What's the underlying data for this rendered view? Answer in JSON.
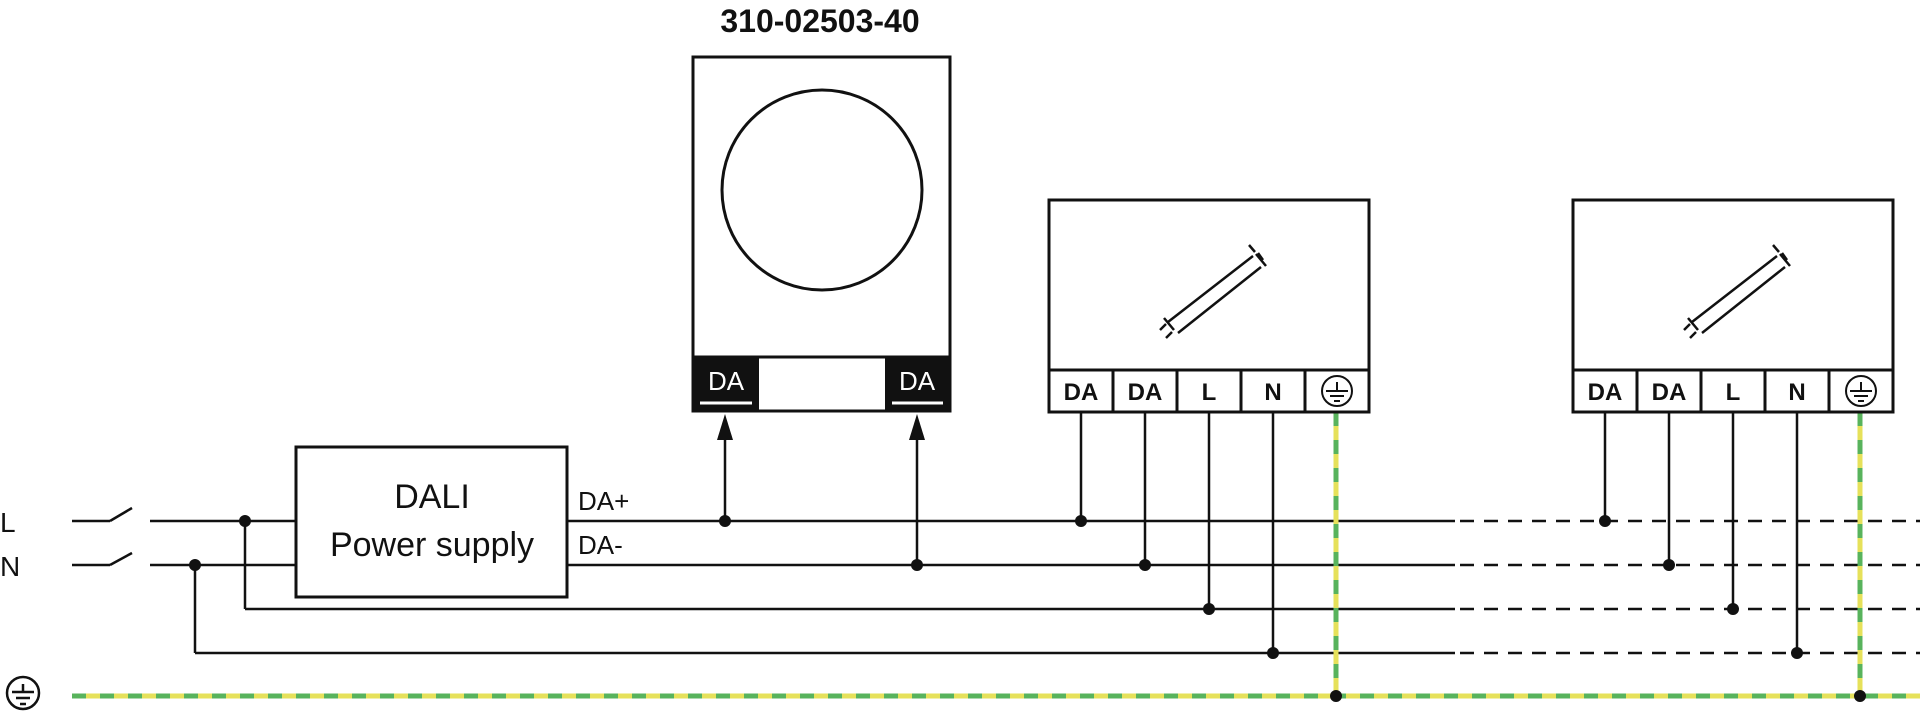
{
  "title": "310-02503-40",
  "inputs": {
    "l_label": "L",
    "n_label": "N",
    "earth_icon": "earth-ground-icon"
  },
  "power_supply": {
    "line1": "DALI",
    "line2": "Power supply",
    "out_plus": "DA+",
    "out_minus": "DA-"
  },
  "sensor": {
    "term_left": "DA",
    "term_right": "DA",
    "icon": "circle-sensor-icon"
  },
  "ballasts": [
    {
      "terminals": [
        "DA",
        "DA",
        "L",
        "N"
      ],
      "earth_icon": "earth-ground-icon",
      "lamp_icon": "tube-lamp-icon"
    },
    {
      "terminals": [
        "DA",
        "DA",
        "L",
        "N"
      ],
      "earth_icon": "earth-ground-icon",
      "lamp_icon": "tube-lamp-icon"
    }
  ],
  "colors": {
    "wire": "#111111",
    "earth_yellow": "#e6e15a",
    "earth_green": "#58b35c"
  }
}
